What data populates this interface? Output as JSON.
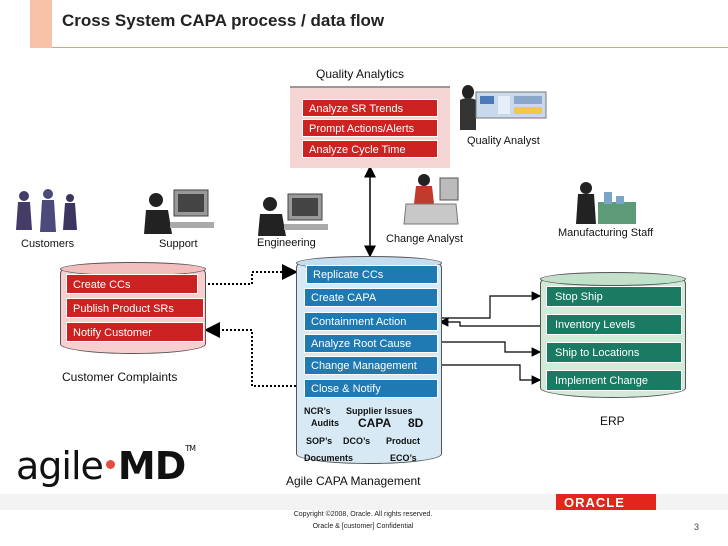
{
  "title": "Cross System CAPA process / data flow",
  "quality_analytics": {
    "label": "Quality Analytics",
    "items": [
      "Analyze SR Trends",
      "Prompt Actions/Alerts",
      "Analyze Cycle Time"
    ],
    "quality_analyst": "Quality Analyst"
  },
  "people": {
    "customers": "Customers",
    "support": "Support",
    "engineering": "Engineering",
    "change_analyst": "Change Analyst",
    "manufacturing_staff": "Manufacturing Staff"
  },
  "customer_complaints": {
    "label": "Customer Complaints",
    "items": [
      "Create CCs",
      "Publish Product SRs",
      "Notify Customer"
    ]
  },
  "capa": {
    "label": "Agile CAPA Management",
    "items": [
      "Replicate CCs",
      "Create CAPA",
      "Containment Action",
      "Analyze Root Cause",
      "Change Management",
      "Close & Notify"
    ],
    "sources": {
      "ncrs": "NCR’s",
      "audits": "Audits",
      "supplier_issues": "Supplier Issues",
      "capa": "CAPA",
      "eightd": "8D",
      "sops": "SOP’s",
      "dcos": "DCO’s",
      "product": "Product",
      "documents": "Documents",
      "ecos": "ECO’s"
    }
  },
  "erp": {
    "label": "ERP",
    "items": [
      "Stop Ship",
      "Inventory Levels",
      "Ship to Locations",
      "Implement Change"
    ]
  },
  "logo": {
    "agile": "agile",
    "md": "MD",
    "tm": "TM"
  },
  "footer": {
    "oracle": "ORACLE",
    "copyright": "Copyright ©2008, Oracle. All rights reserved.",
    "confidential": "Oracle & [customer] Confidential",
    "page": "3"
  },
  "colors": {
    "red": "#cc2222",
    "blue": "#1f79b3",
    "green": "#1a7a62",
    "oracle_red": "#e4251b"
  }
}
